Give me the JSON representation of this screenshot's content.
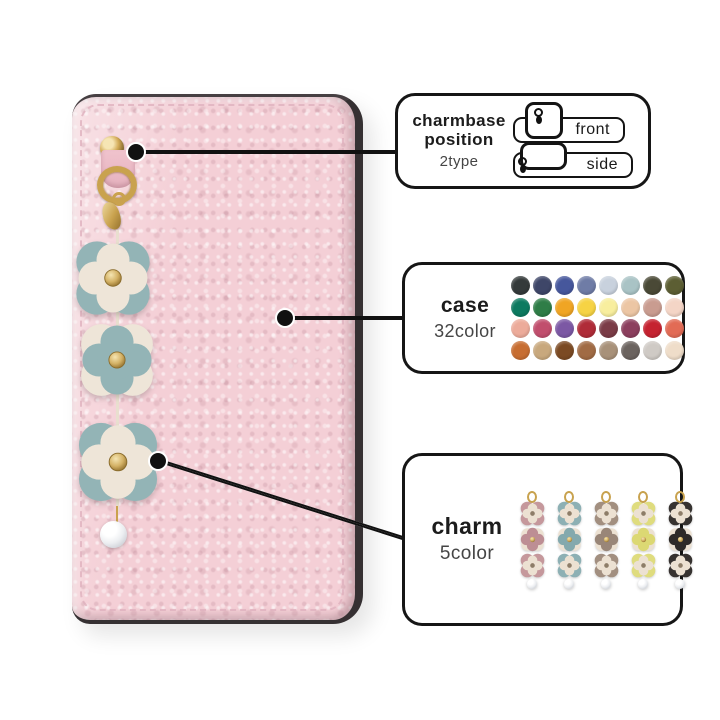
{
  "theme": {
    "case-pink": "#f4cfd6",
    "stitch": "#e0b2bf",
    "teal": "#93b4b6",
    "cream": "#eee5d8",
    "gold": "#c9a24e",
    "line-black": "#111111",
    "panel-border": "#161616",
    "text-dark": "#222222"
  },
  "callouts": {
    "charmbase": {
      "title_line1": "charmbase",
      "title_line2": "position",
      "subtitle": "2type",
      "options": [
        {
          "label": "front"
        },
        {
          "label": "side"
        }
      ]
    },
    "case": {
      "title": "case",
      "subtitle": "32color",
      "swatches": [
        "#343a3a",
        "#3e4668",
        "#46579c",
        "#6f7ca6",
        "#c8d1dd",
        "#a9c3c5",
        "#4a4936",
        "#5c5e33",
        "#0d7a60",
        "#2f7d47",
        "#f0a524",
        "#f6d344",
        "#f8ee9e",
        "#ecc6a4",
        "#c99c90",
        "#f4d5c6",
        "#ecab9a",
        "#c14e6d",
        "#7c58a4",
        "#b02c38",
        "#7b3c47",
        "#8c3f5e",
        "#c52230",
        "#e26b55",
        "#c76d31",
        "#c8a87d",
        "#7b4a23",
        "#a16b44",
        "#a89179",
        "#6b635f",
        "#cfcac5",
        "#efddc9"
      ]
    },
    "charm": {
      "title": "charm",
      "subtitle": "5color",
      "cream": "#ece1d2",
      "variants": [
        {
          "name": "pink",
          "outer": "#c5989c",
          "mid": "#bd8e94"
        },
        {
          "name": "blue",
          "outer": "#8db0b4",
          "mid": "#84a9ad"
        },
        {
          "name": "taupe",
          "outer": "#a28f80",
          "mid": "#998678"
        },
        {
          "name": "yellow",
          "outer": "#dfdc7e",
          "mid": "#dcd873"
        },
        {
          "name": "black",
          "outer": "#363230",
          "mid": "#2e2a28"
        }
      ]
    }
  }
}
